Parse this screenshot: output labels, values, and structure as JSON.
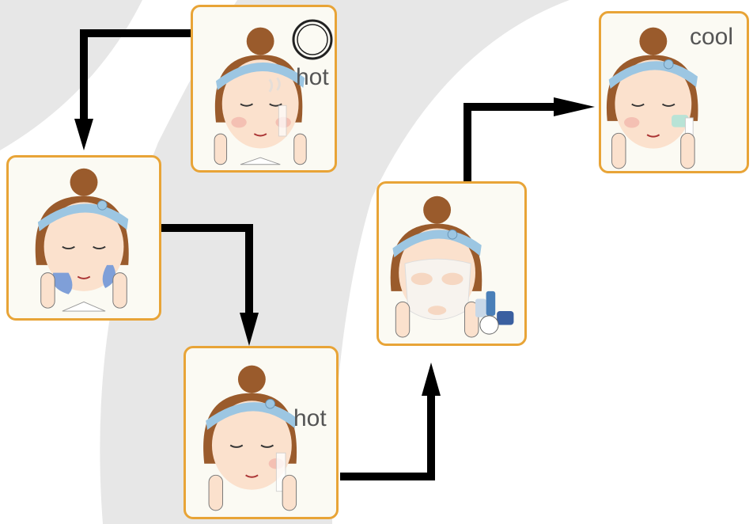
{
  "steps": [
    {
      "id": "step-1",
      "label": "hot",
      "icon": "steam-towel-icon",
      "has_timer": true
    },
    {
      "id": "step-2",
      "label": "",
      "icon": "cleansing-foam-icon"
    },
    {
      "id": "step-3",
      "label": "hot",
      "icon": "steam-towel-icon"
    },
    {
      "id": "step-4",
      "label": "",
      "icon": "face-mask-icon"
    },
    {
      "id": "step-5",
      "label": "cool",
      "icon": "cool-towel-icon"
    }
  ],
  "colors": {
    "card_border": "#e8a437",
    "hair": "#9a5b2c",
    "headband": "#9cc6e2",
    "skin": "#fbe1cd",
    "arrow": "#000000",
    "background_shape": "#e7e7e7"
  }
}
